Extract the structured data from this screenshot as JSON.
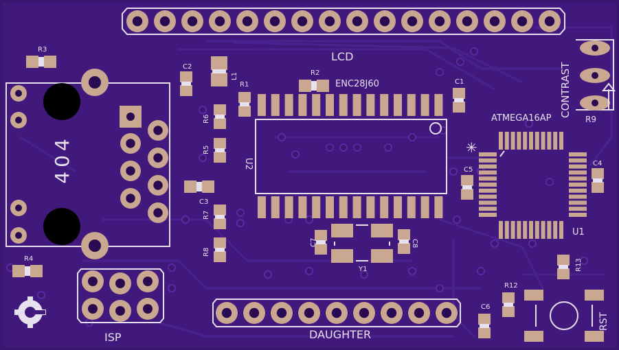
{
  "labels": {
    "lcd": "LCD",
    "enc": "ENC28J60",
    "u2": "U2",
    "atmega": "ATMEGA16AP",
    "u1": "U1",
    "contrast": "CONTRAST",
    "r9": "R9",
    "r1": "R1",
    "r2": "R2",
    "r3": "R3",
    "r4": "R4",
    "r5": "R5",
    "r6": "R6",
    "r7": "R7",
    "r8": "R8",
    "r12": "R12",
    "r13": "R13",
    "c1": "C1",
    "c2": "C2",
    "c3": "C3",
    "c4": "C4",
    "c5": "C5",
    "c6": "C6",
    "c7": "C7",
    "c8": "C8",
    "l1": "L1",
    "y1": "Y1",
    "isp": "ISP",
    "daughter": "DAUGHTER",
    "rst": "RST",
    "jack": "404"
  },
  "colors": {
    "board": "#3a1670",
    "pad": "#c9a791",
    "silk": "#e6e1ee"
  }
}
